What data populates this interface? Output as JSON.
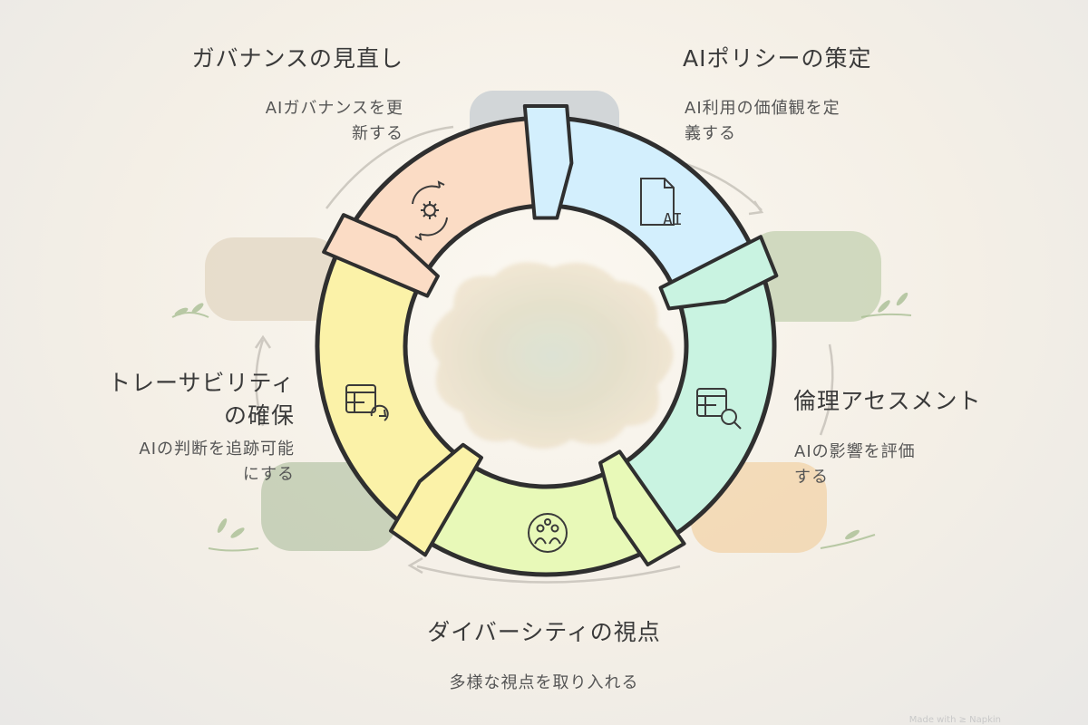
{
  "steps": [
    {
      "title": "AIポリシーの策定",
      "desc_line1": "AI利用の価値観を定",
      "desc_line2": "義する",
      "icon": "ai-document-icon",
      "color": "#d3effd"
    },
    {
      "title": "倫理アセスメント",
      "desc_line1": "AIの影響を評価",
      "desc_line2": "する",
      "icon": "table-search-icon",
      "color": "#c9f3e1"
    },
    {
      "title": "ダイバーシティの視点",
      "desc_line1": "多様な視点を取り入れる",
      "desc_line2": "",
      "icon": "people-group-icon",
      "color": "#e8f9b8"
    },
    {
      "title_line1": "トレーサビリティ",
      "title_line2": "の確保",
      "desc_line1": "AIの判断を追跡可能",
      "desc_line2": "にする",
      "icon": "table-refresh-icon",
      "color": "#fbf2a8"
    },
    {
      "title": "ガバナンスの見直し",
      "desc_line1": "AIガバナンスを更",
      "desc_line2": "新する",
      "icon": "gear-cycle-icon",
      "color": "#fbdcc5"
    }
  ],
  "icon_label_ai": "AI",
  "watermark": "Made with ≥ Napkin"
}
